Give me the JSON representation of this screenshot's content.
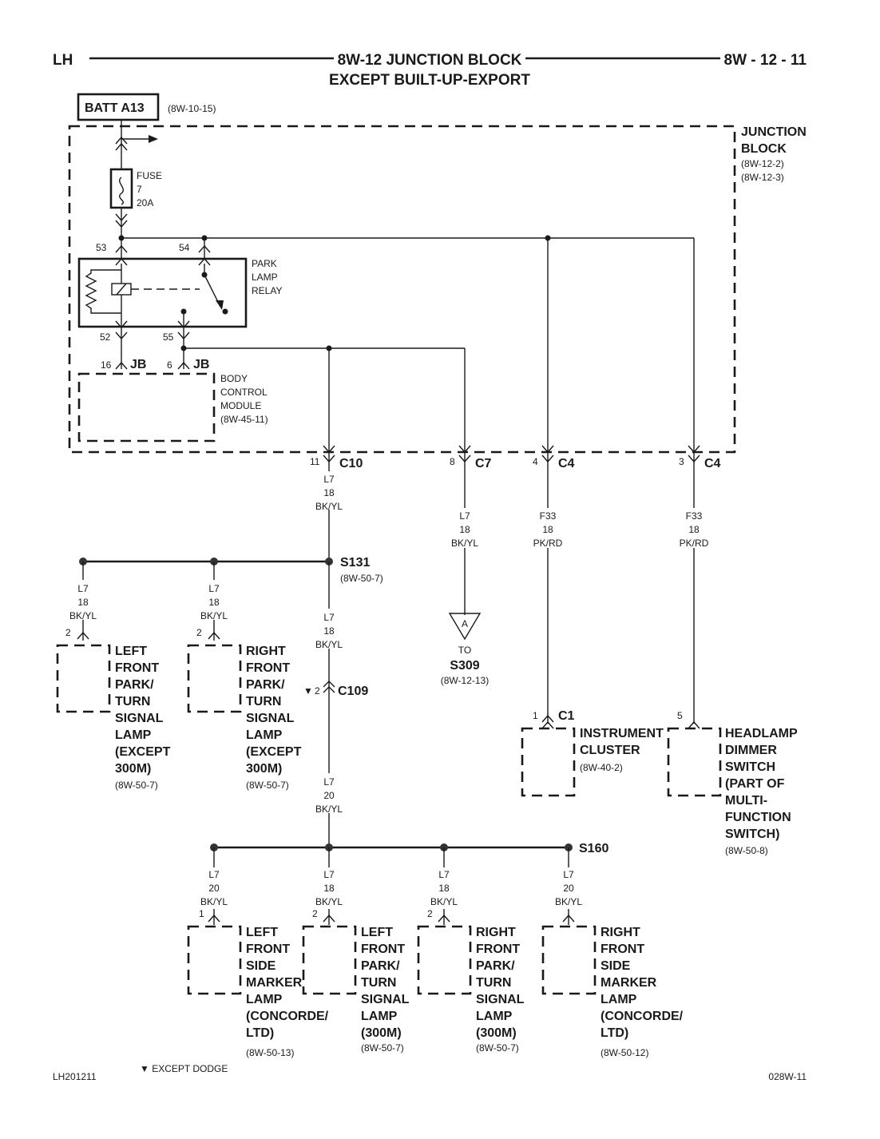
{
  "header": {
    "left": "LH",
    "title_line1": "8W-12 JUNCTION BLOCK",
    "title_line2": "EXCEPT BUILT-UP-EXPORT",
    "right": "8W - 12 - 11"
  },
  "batt": {
    "label": "BATT A13",
    "ref": "(8W-10-15)"
  },
  "junction_block": {
    "line1": "JUNCTION",
    "line2": "BLOCK",
    "ref1": "(8W-12-2)",
    "ref2": "(8W-12-3)"
  },
  "fuse": {
    "line1": "FUSE",
    "line2": "7",
    "line3": "20A"
  },
  "relay": {
    "line1": "PARK",
    "line2": "LAMP",
    "line3": "RELAY",
    "pin53": "53",
    "pin54": "54",
    "pin52": "52",
    "pin55": "55"
  },
  "bcm": {
    "pin16": "16",
    "jb1": "JB",
    "pin6": "6",
    "jb2": "JB",
    "line1": "BODY",
    "line2": "CONTROL",
    "line3": "MODULE",
    "ref": "(8W-45-11)"
  },
  "connectors": {
    "c10_pin": "11",
    "c10": "C10",
    "c7_pin": "8",
    "c7": "C7",
    "c4a_pin": "4",
    "c4a": "C4",
    "c4b_pin": "3",
    "c4b": "C4",
    "c109_mark": "▼",
    "c109_pin": "2",
    "c109": "C109",
    "c1_pin": "1",
    "c1": "C1"
  },
  "wires": {
    "c10": {
      "circuit": "L7",
      "gauge": "18",
      "color": "BK/YL"
    },
    "c7": {
      "circuit": "L7",
      "gauge": "18",
      "color": "BK/YL"
    },
    "c4a": {
      "circuit": "F33",
      "gauge": "18",
      "color": "PK/RD"
    },
    "c4b": {
      "circuit": "F33",
      "gauge": "18",
      "color": "PK/RD"
    },
    "s131_left": {
      "circuit": "L7",
      "gauge": "18",
      "color": "BK/YL"
    },
    "s131_mid": {
      "circuit": "L7",
      "gauge": "18",
      "color": "BK/YL"
    },
    "s131_down": {
      "circuit": "L7",
      "gauge": "18",
      "color": "BK/YL"
    },
    "c109_down": {
      "circuit": "L7",
      "gauge": "20",
      "color": "BK/YL"
    },
    "s160_1": {
      "circuit": "L7",
      "gauge": "20",
      "color": "BK/YL"
    },
    "s160_2": {
      "circuit": "L7",
      "gauge": "18",
      "color": "BK/YL"
    },
    "s160_3": {
      "circuit": "L7",
      "gauge": "18",
      "color": "BK/YL"
    },
    "s160_4": {
      "circuit": "L7",
      "gauge": "20",
      "color": "BK/YL"
    }
  },
  "splices": {
    "s131": "S131",
    "s131_ref": "(8W-50-7)",
    "s160": "S160",
    "s309_tag": "A",
    "s309_to": "TO",
    "s309": "S309",
    "s309_ref": "(8W-12-13)"
  },
  "components": {
    "lf_park": {
      "pin": "2",
      "lines": [
        "LEFT",
        "FRONT",
        "PARK/",
        "TURN",
        "SIGNAL",
        "LAMP",
        "(EXCEPT",
        "300M)"
      ],
      "ref": "(8W-50-7)"
    },
    "rf_park": {
      "pin": "2",
      "lines": [
        "RIGHT",
        "FRONT",
        "PARK/",
        "TURN",
        "SIGNAL",
        "LAMP",
        "(EXCEPT",
        "300M)"
      ],
      "ref": "(8W-50-7)"
    },
    "cluster": {
      "pin": "1",
      "lines": [
        "INSTRUMENT",
        "CLUSTER"
      ],
      "ref": "(8W-40-2)"
    },
    "dimmer": {
      "pin": "5",
      "lines": [
        "HEADLAMP",
        "DIMMER",
        "SWITCH",
        "(PART OF",
        "MULTI-",
        "FUNCTION",
        "SWITCH)"
      ],
      "ref": "(8W-50-8)"
    },
    "lf_side": {
      "pin": "1",
      "lines": [
        "LEFT",
        "FRONT",
        "SIDE",
        "MARKER",
        "LAMP",
        "(CONCORDE/",
        "LTD)"
      ],
      "ref": "(8W-50-13)"
    },
    "lf_park300": {
      "pin": "2",
      "lines": [
        "LEFT",
        "FRONT",
        "PARK/",
        "TURN",
        "SIGNAL",
        "LAMP",
        "(300M)"
      ],
      "ref": "(8W-50-7)"
    },
    "rf_park300": {
      "pin": "2",
      "lines": [
        "RIGHT",
        "FRONT",
        "PARK/",
        "TURN",
        "SIGNAL",
        "LAMP",
        "(300M)"
      ],
      "ref": "(8W-50-7)"
    },
    "rf_side": {
      "pin": "",
      "lines": [
        "RIGHT",
        "FRONT",
        "SIDE",
        "MARKER",
        "LAMP",
        "(CONCORDE/",
        "LTD)"
      ],
      "ref": "(8W-50-12)"
    }
  },
  "footer": {
    "note": "▼ EXCEPT DODGE",
    "left": "LH201211",
    "right": "028W-11"
  }
}
